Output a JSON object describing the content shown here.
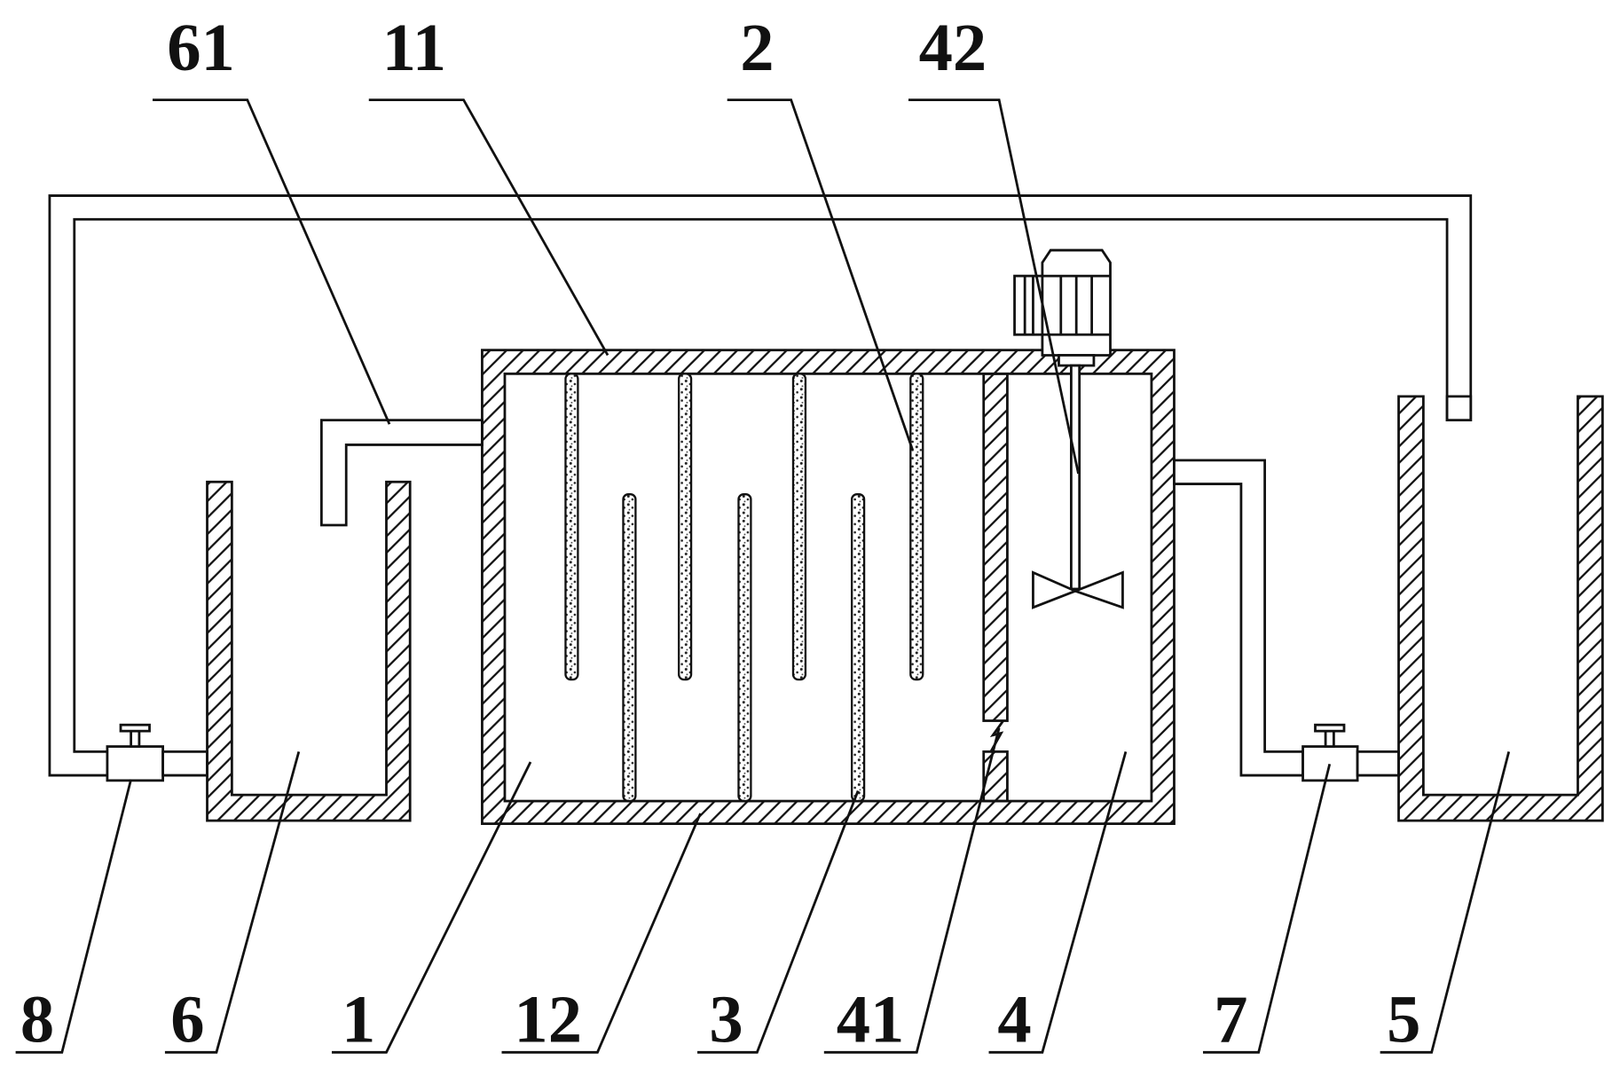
{
  "callouts": {
    "top": [
      "61",
      "11",
      "2",
      "42"
    ],
    "bottom": [
      "8",
      "6",
      "1",
      "12",
      "3",
      "41",
      "4",
      "7",
      "5"
    ]
  }
}
